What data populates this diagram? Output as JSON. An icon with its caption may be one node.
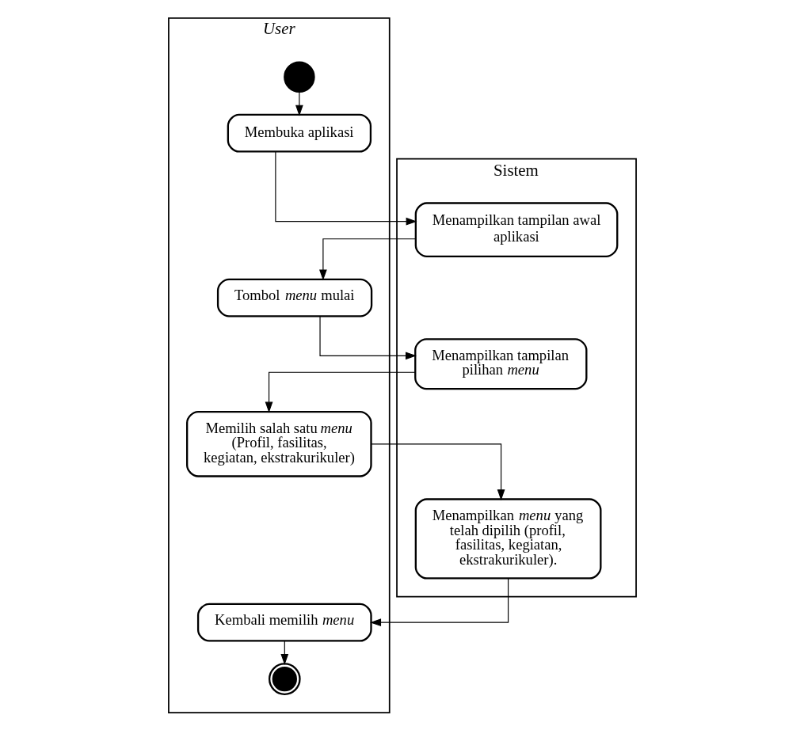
{
  "diagram": {
    "nodes": [
      {
        "text": [
          "User"
        ]
      },
      {
        "text": [
          "Sistem"
        ]
      },
      {
        "text": [],
        "shape": "circle",
        "in": 0
      },
      {
        "text": [
          "Membuka aplikasi"
        ],
        "in": 0
      },
      {
        "text": [
          "Menampilkan tampilan awal aplikasi"
        ],
        "in": 1
      },
      {
        "text": [
          "Tombol *menu* mulai"
        ],
        "in": 0
      },
      {
        "text": [
          "Menampilkan tampilan pilihan *menu*"
        ],
        "in": 1
      },
      {
        "text": [
          "Memilih salah satu *menu* (Profil, fasilitas, kegiatan, ekstrakurikuler)"
        ],
        "in": 0
      },
      {
        "text": [
          "Menampilkan *menu* yang telah dipilih (profil, fasilitas, kegiatan, ekstrakurikuler)."
        ],
        "in": 1
      },
      {
        "text": [
          "Kembali memilih *menu*"
        ],
        "in": 0
      },
      {
        "text": [],
        "shape": "circle",
        "in": 0
      }
    ],
    "edges": [
      {
        "from": 2,
        "to": 3,
        "arrow": "to"
      },
      {
        "from": 3,
        "to": 4,
        "arrow": "to"
      },
      {
        "from": 4,
        "to": 5,
        "arrow": "to"
      },
      {
        "from": 5,
        "to": 6,
        "arrow": "to"
      },
      {
        "from": 6,
        "to": 7,
        "arrow": "to"
      },
      {
        "from": 7,
        "to": 8,
        "arrow": "to"
      },
      {
        "from": 8,
        "to": 9,
        "arrow": "to"
      },
      {
        "from": 9,
        "to": 10,
        "arrow": "to"
      }
    ]
  }
}
